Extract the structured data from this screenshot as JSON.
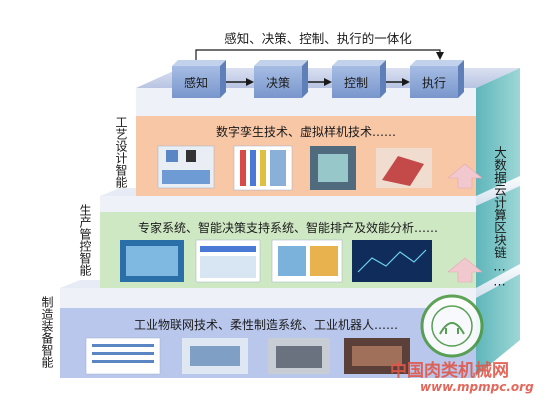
{
  "top_caption": "感知、决策、控制、执行的一体化",
  "process_steps": [
    "感知",
    "决策",
    "控制",
    "执行"
  ],
  "tiers": [
    {
      "side_label": "工艺设计智能",
      "headline": "数字孪生技术、虚拟样机技术……"
    },
    {
      "side_label": "生产管控智能",
      "headline": "专家系统、智能决策支持系统、智能排产及效能分析……"
    },
    {
      "side_label": "制造装备智能",
      "headline": "工业物联网技术、柔性制造系统、工业机器人……"
    }
  ],
  "right_label": "大数据云计算区块链……",
  "watermark": {
    "site_name": "中国肉类机械网",
    "url": "www.mpmpc.org"
  },
  "colors": {
    "tier1_panel": "#f7c7a6",
    "tier2_panel": "#cfe8c4",
    "tier3_panel": "#b9c7ec",
    "slab_top": "#c9d3ea",
    "slab_side": "#6fc2c6",
    "process_box": "#8aa6d6",
    "arrow_pink": "#f2c8cf",
    "watermark_text": "#e0574a",
    "watermark_seal": "#4e9a44"
  }
}
